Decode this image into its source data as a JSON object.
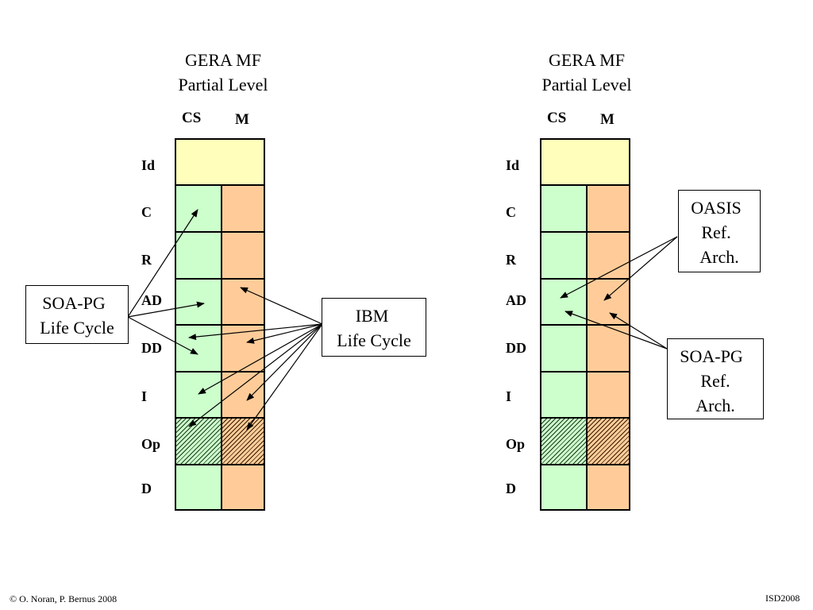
{
  "diagrams": [
    {
      "title_line1": "GERA MF",
      "title_line2": "Partial Level",
      "col_cs": "CS",
      "col_m": "M",
      "rows": [
        "Id",
        "C",
        "R",
        "AD",
        "DD",
        "I",
        "Op",
        "D"
      ]
    },
    {
      "title_line1": "GERA MF",
      "title_line2": "Partial Level",
      "col_cs": "CS",
      "col_m": "M",
      "rows": [
        "Id",
        "C",
        "R",
        "AD",
        "DD",
        "I",
        "Op",
        "D"
      ]
    }
  ],
  "callouts": {
    "soa_pg_life_cycle": [
      "SOA-PG",
      "Life Cycle"
    ],
    "ibm_life_cycle": [
      "IBM",
      "Life Cycle"
    ],
    "oasis_ref_arch": [
      "OASIS",
      "Ref.",
      "Arch."
    ],
    "soa_pg_ref_arch": [
      "SOA-PG",
      "Ref.",
      "Arch."
    ]
  },
  "footer": {
    "left": "© O. Noran, P. Bernus 2008",
    "right": "ISD2008"
  },
  "colors": {
    "cs_fill": "#ccffcc",
    "m_fill": "#ffcc99",
    "id_fill": "#ffffbb",
    "line": "#000000"
  }
}
